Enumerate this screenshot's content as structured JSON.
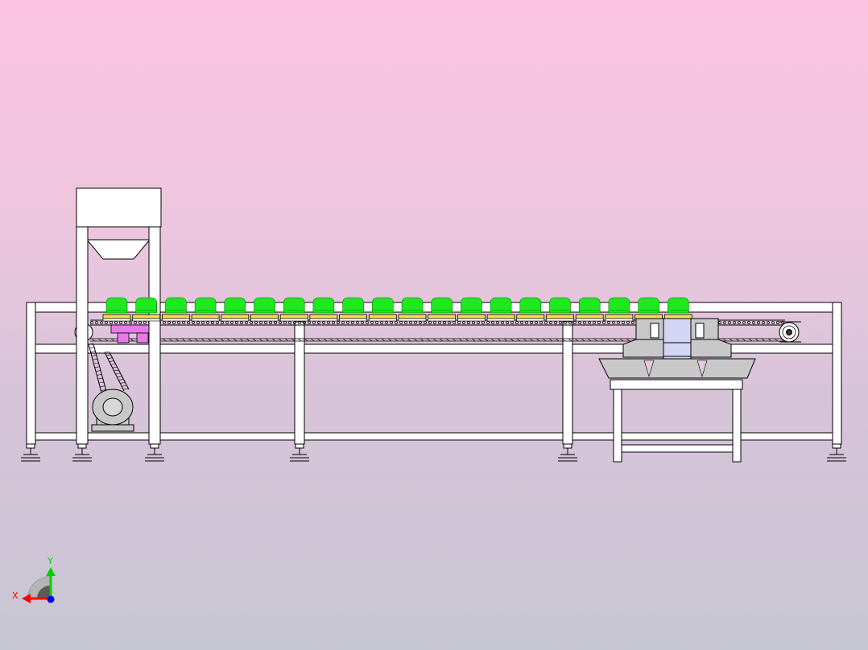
{
  "colors": {
    "bg_top": "#fcc3e0",
    "bg_bottom": "#c7c6d3",
    "line": "#000000",
    "frame_fill": "#ffffff",
    "product": "#1ee81e",
    "tray": "#f4e04a",
    "drive_part": "#e87ae8",
    "motor": "#c8c8c8",
    "axis_x": "#ff0000",
    "axis_y": "#00d000",
    "axis_z": "#0000ff"
  },
  "scene": {
    "product_count": 20,
    "leg_count": 6
  },
  "triad": {
    "x_label": "X",
    "y_label": "Y",
    "x_icon": "x-axis-arrow-icon",
    "y_icon": "y-axis-arrow-icon",
    "z_icon": "z-axis-dot-icon"
  }
}
